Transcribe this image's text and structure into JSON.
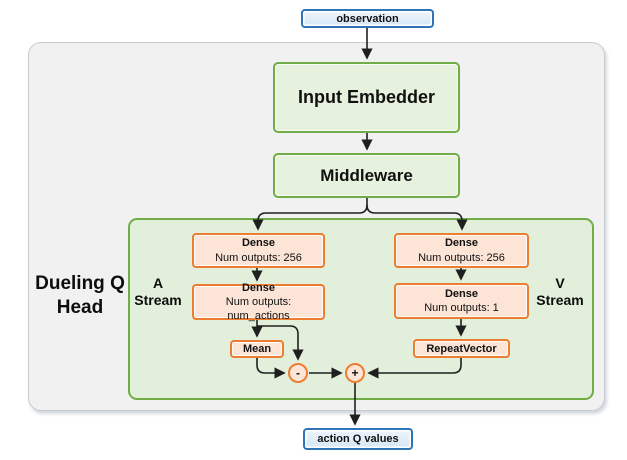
{
  "nodes": {
    "observation": {
      "label": "observation"
    },
    "input_embedder": {
      "label": "Input Embedder"
    },
    "middleware": {
      "label": "Middleware"
    },
    "dueling_q_head": {
      "label": "Dueling Q Head"
    },
    "a_stream": {
      "label": "A Stream"
    },
    "v_stream": {
      "label": "V Stream"
    },
    "a_dense_1": {
      "title": "Dense",
      "subtitle": "Num outputs: 256"
    },
    "a_dense_2": {
      "title": "Dense",
      "subtitle": "Num outputs: num_actions"
    },
    "v_dense_1": {
      "title": "Dense",
      "subtitle": "Num outputs: 256"
    },
    "v_dense_2": {
      "title": "Dense",
      "subtitle": "Num outputs: 1"
    },
    "mean": {
      "label": "Mean"
    },
    "repeat_vector": {
      "label": "RepeatVector"
    },
    "minus_op": {
      "label": "-"
    },
    "plus_op": {
      "label": "+"
    },
    "action_q_values": {
      "label": "action Q values"
    }
  },
  "colors": {
    "blue_border": "#2e75b6",
    "blue_fill_top": "#eef5fc",
    "blue_fill_bottom": "#d6e7f6",
    "green_border": "#70ad47",
    "green_fill": "#e7f2de",
    "green_panel_fill": "#e2efda",
    "orange_border": "#ed7d31",
    "orange_fill": "#fce4d6",
    "panel_fill": "#f1f1f2",
    "panel_border": "#c9cbcd",
    "arrow_color": "#1f1f1f"
  }
}
